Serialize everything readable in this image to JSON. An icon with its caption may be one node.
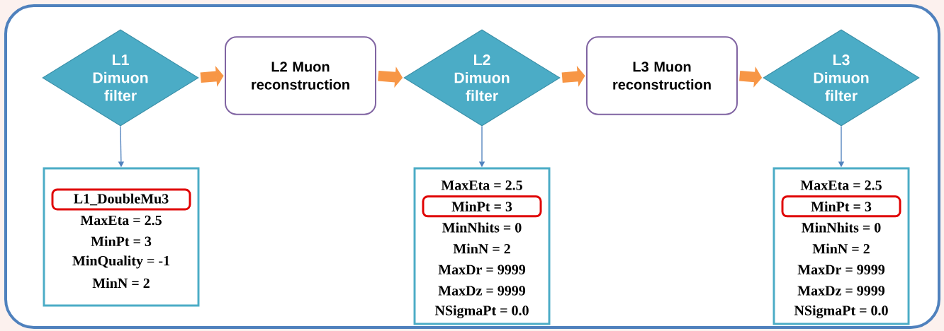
{
  "diagram": {
    "nodes": [
      {
        "text": [
          "L1 Dimuon filter"
        ]
      },
      {
        "text": [
          "L2 Muon reconstruction"
        ]
      },
      {
        "text": [
          "L2 Dimuon filter"
        ]
      },
      {
        "text": [
          "L3 Muon reconstruction"
        ]
      },
      {
        "text": [
          "L3 Dimuon filter"
        ]
      },
      {
        "text": [
          "MaxEta = 2.5",
          "MinPt = 3",
          "MinQuality = -1",
          "MinN = 2"
        ]
      },
      {
        "text": [
          "L1_DoubleMu3"
        ],
        "in": 5
      },
      {
        "text": [
          "MaxEta = 2.5",
          "MinNhits = 0",
          "MinN = 2",
          "MaxDr = 9999",
          "MaxDz = 9999",
          "NSigmaPt = 0.0"
        ]
      },
      {
        "text": [
          "MinPt = 3"
        ],
        "in": 7
      },
      {
        "text": [
          "MaxEta = 2.5",
          "MinNhits = 0",
          "MinN = 2",
          "MaxDr = 9999",
          "MaxDz = 9999",
          "NSigmaPt = 0.0"
        ]
      },
      {
        "text": [
          "MinPt = 3"
        ],
        "in": 9
      }
    ],
    "edges": [
      {
        "from": 0,
        "to": 1,
        "arrow": "to"
      },
      {
        "from": 1,
        "to": 2,
        "arrow": "to"
      },
      {
        "from": 2,
        "to": 3,
        "arrow": "to"
      },
      {
        "from": 3,
        "to": 4,
        "arrow": "to"
      },
      {
        "from": 0,
        "to": 5,
        "arrow": "to",
        "color": "#4f81bd"
      },
      {
        "from": 2,
        "to": 7,
        "arrow": "to",
        "color": "#4f81bd"
      },
      {
        "from": 4,
        "to": 9,
        "arrow": "to",
        "color": "#4f81bd"
      }
    ]
  }
}
